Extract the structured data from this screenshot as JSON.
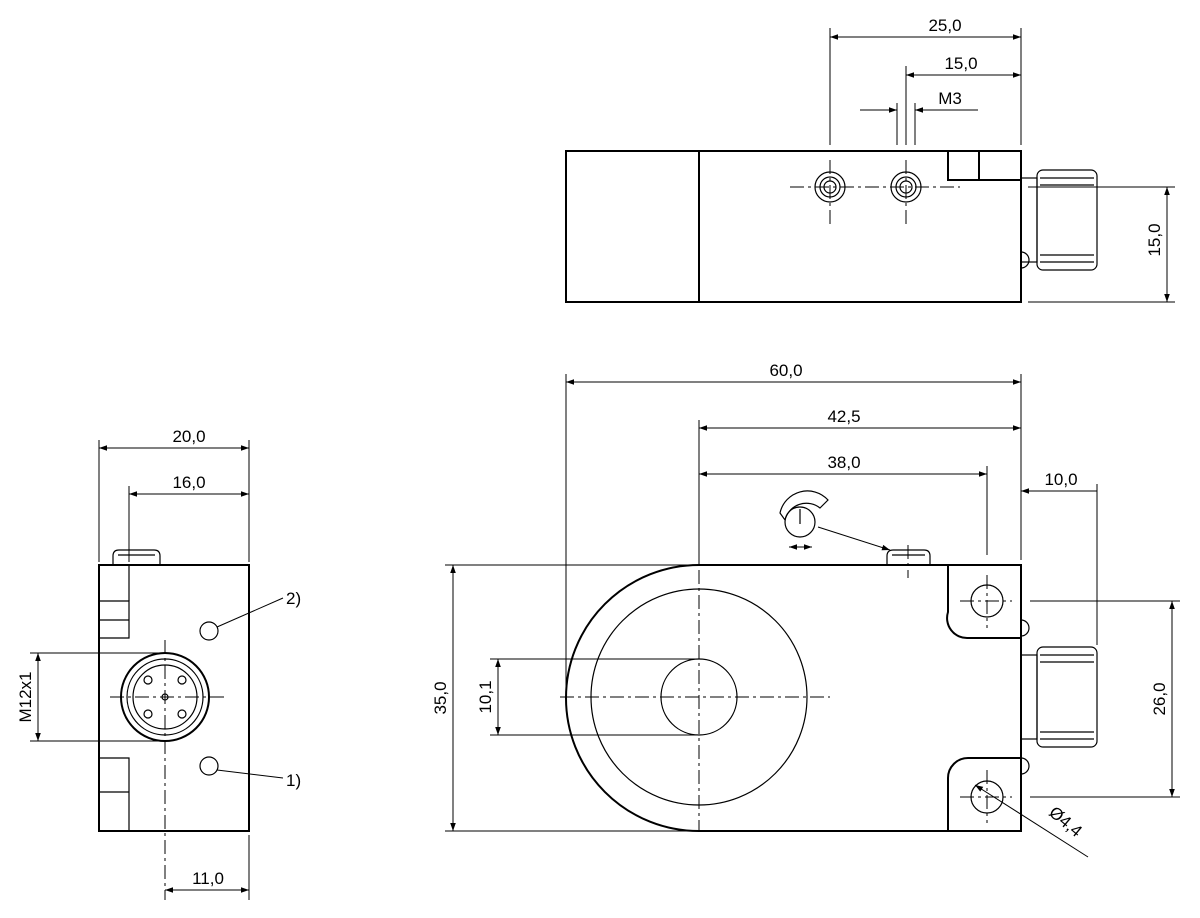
{
  "dimensions": {
    "top_25": "25,0",
    "top_15_h": "15,0",
    "top_m3": "M3",
    "top_15_v": "15,0",
    "main_60": "60,0",
    "main_42_5": "42,5",
    "main_38": "38,0",
    "main_10": "10,0",
    "main_35": "35,0",
    "main_10_1": "10,1",
    "main_26": "26,0",
    "main_dia": "Ø4,4",
    "side_20": "20,0",
    "side_16": "16,0",
    "side_11": "11,0",
    "side_m12": "M12x1"
  },
  "callouts": {
    "c1": "1)",
    "c2": "2)"
  }
}
